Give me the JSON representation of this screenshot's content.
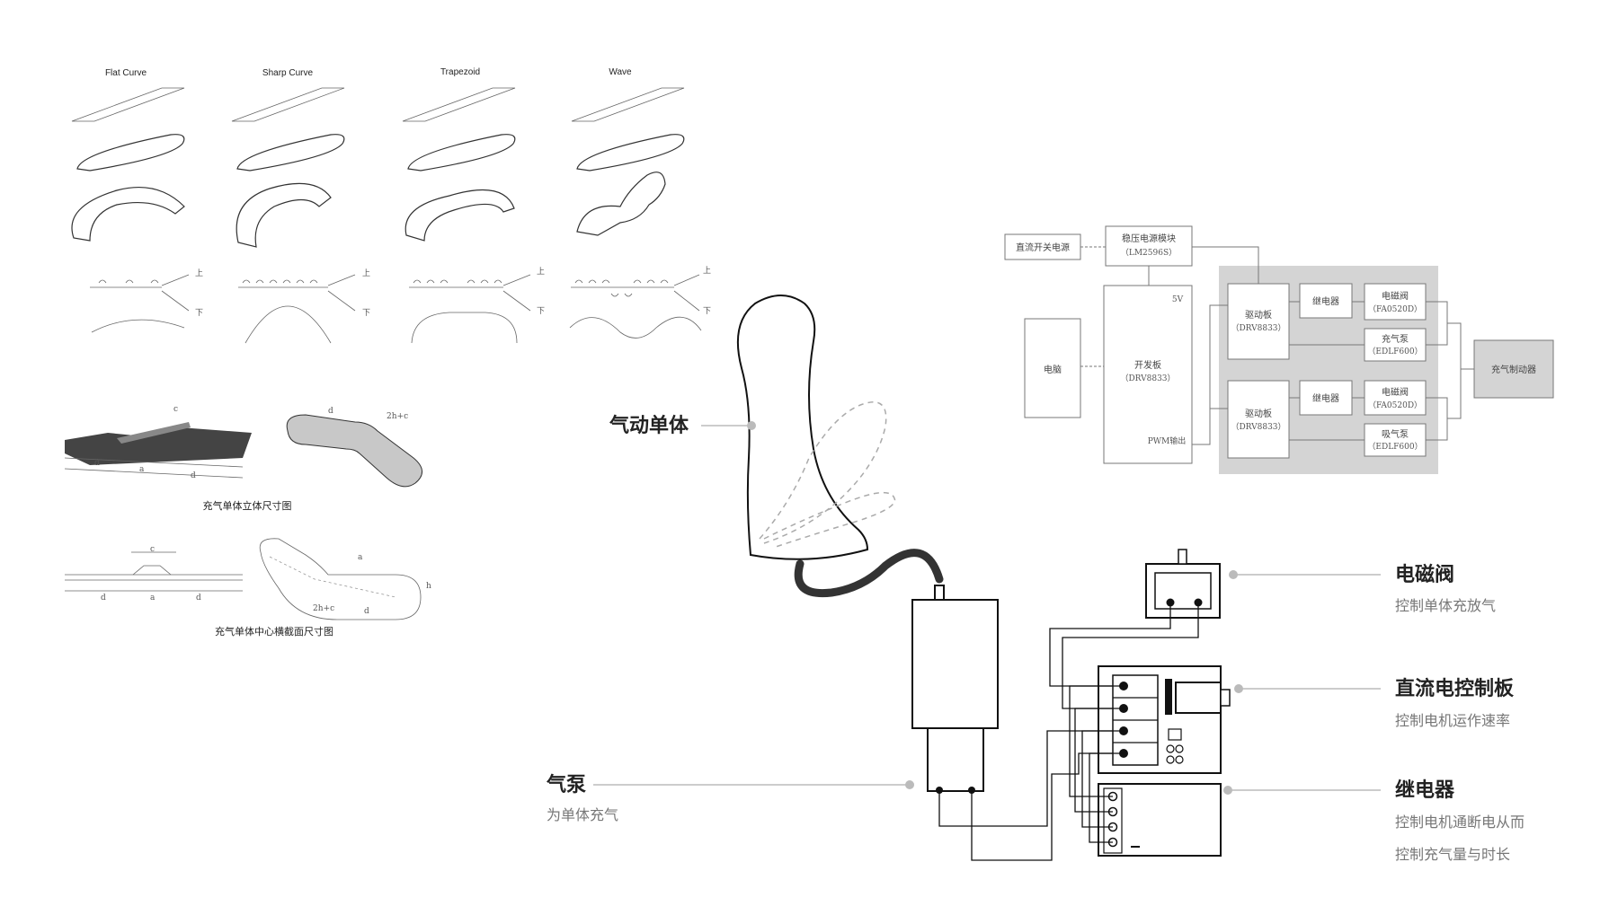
{
  "shapes": {
    "flat_curve": "Flat Curve",
    "sharp_curve": "Sharp Curve",
    "trapezoid": "Trapezoid",
    "wave": "Wave",
    "upper": "上",
    "lower": "下"
  },
  "captions": {
    "stereo_dims": "充气单体立体尺寸图",
    "section_dims": "充气单体中心横截面尺寸图"
  },
  "dim_labels": {
    "c": "c",
    "d": "d",
    "a": "a",
    "dd": "d",
    "two_h_c": "2h+c",
    "h": "h"
  },
  "block_diagram": {
    "dc_power": "直流开关电源",
    "regulator_line1": "稳压电源模块",
    "regulator_line2": "（LM2596S）",
    "computer": "电脑",
    "dev_board_line1": "开发板",
    "dev_board_line2": "（DRV8833）",
    "v5": "5V",
    "pwm_out": "PWM输出",
    "driver1_line1": "驱动板",
    "driver1_line2": "（DRV8833）",
    "driver2_line1": "驱动板",
    "driver2_line2": "（DRV8833）",
    "relay1": "继电器",
    "relay2": "继电器",
    "valve1_line1": "电磁阀",
    "valve1_line2": "（FA0520D）",
    "inflate_pump_line1": "充气泵",
    "inflate_pump_line2": "（EDLF600）",
    "valve2_line1": "电磁阀",
    "valve2_line2": "（FA0520D）",
    "suction_pump_line1": "吸气泵",
    "suction_pump_line2": "（EDLF600）",
    "actuator": "充气制动器"
  },
  "labels": {
    "pneumatic_unit": "气动单体",
    "air_pump_title": "气泵",
    "air_pump_desc": "为单体充气",
    "valve_title": "电磁阀",
    "valve_desc": "控制单体充放气",
    "dc_board_title": "直流电控制板",
    "dc_board_desc": "控制电机运作速率",
    "relay_title": "继电器",
    "relay_desc_1": "控制电机通断电从而",
    "relay_desc_2": "控制充气量与时长"
  },
  "colors": {
    "ink": "#111111",
    "leader": "#bbbbbb",
    "panel_gray": "#d4d4d4",
    "sub_text": "#777777"
  }
}
